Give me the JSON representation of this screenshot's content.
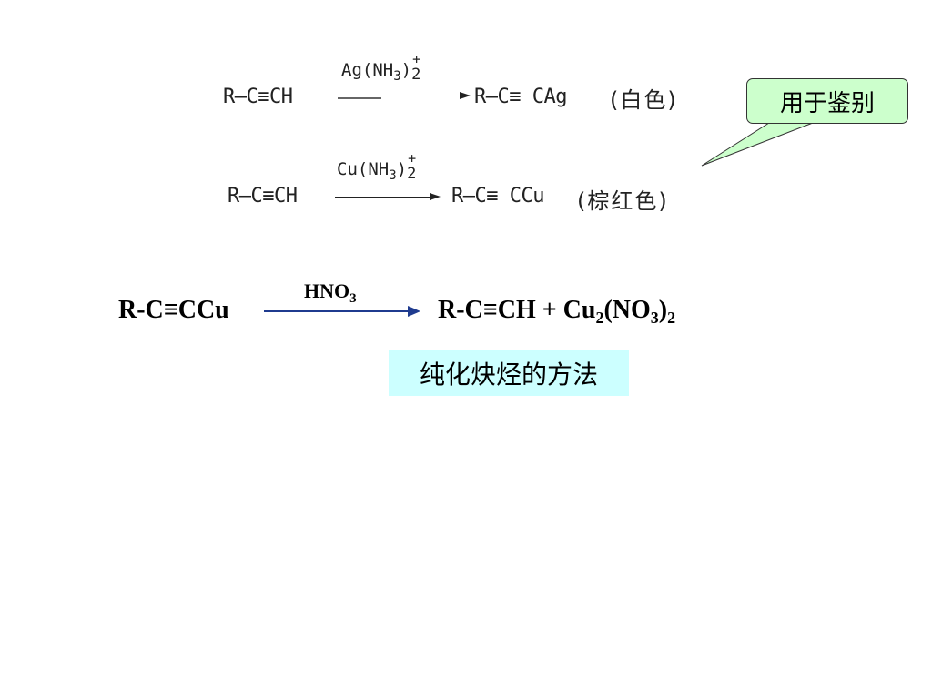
{
  "reaction1": {
    "reactant": "R—C≡CH",
    "reagent_main": "Ag(NH",
    "reagent_sub": "3",
    "reagent_close": ")",
    "reagent_charge": "+",
    "reagent_count": "2",
    "product": "R—C≡ CAg",
    "color_label": "(白色)"
  },
  "reaction2": {
    "reactant": "R—C≡CH",
    "reagent_main": "Cu(NH",
    "reagent_sub": "3",
    "reagent_close": ")",
    "reagent_charge": "+",
    "reagent_count": "2",
    "product": "R—C≡ CCu",
    "color_label": "(棕红色)"
  },
  "callout": {
    "text": "用于鉴别",
    "background": "#ccffcc"
  },
  "equation": {
    "reactant": "R-C≡CCu",
    "reagent_main": "HNO",
    "reagent_sub": "3",
    "product_main": "R-C≡CH + Cu",
    "product_sub1": "2",
    "product_mid": "(NO",
    "product_sub2": "3",
    "product_close": ")",
    "product_sub3": "2",
    "arrow_color": "#1f3b8f"
  },
  "caption": {
    "text": "纯化炔烃的方法",
    "background": "#ccffff"
  }
}
